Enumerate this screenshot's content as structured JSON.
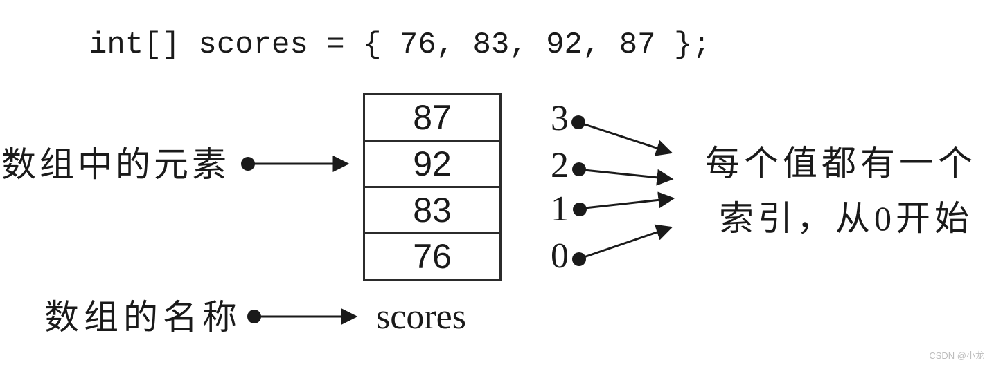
{
  "code_line": "int[] scores = { 76, 83, 92, 87 };",
  "array_box": {
    "values": [
      "87",
      "92",
      "83",
      "76"
    ]
  },
  "indices": [
    "3",
    "2",
    "1",
    "0"
  ],
  "labels": {
    "elements": "数组中的元素",
    "array_name": "数组的名称",
    "array_name_value": "scores"
  },
  "annotation": {
    "line1": "每个值都有一个",
    "line2": "索引，从0开始"
  },
  "watermark": "CSDN @小龙",
  "icons": {
    "arrow_style": "dot-tail-line-with-solid-arrowhead",
    "arrows": [
      "elements-arrow",
      "array-name-arrow",
      "index-3-arrow",
      "index-2-arrow",
      "index-1-arrow",
      "index-0-arrow"
    ]
  },
  "colors": {
    "ink": "#1a1a1a",
    "box_border": "#2b2b2b",
    "background": "#ffffff",
    "watermark": "#bdbdbd"
  }
}
